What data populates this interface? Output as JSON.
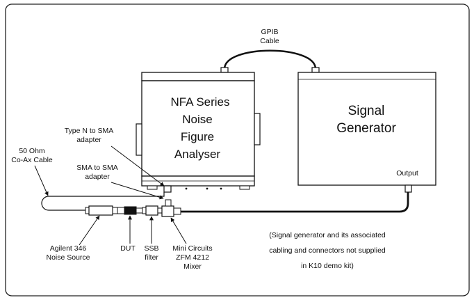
{
  "gpib": {
    "line1": "GPIB",
    "line2": "Cable"
  },
  "nfa": {
    "line1": "NFA Series",
    "line2": "Noise",
    "line3": "Figure",
    "line4": "Analyser"
  },
  "signal_generator": {
    "line1": "Signal",
    "line2": "Generator",
    "output_label": "Output"
  },
  "labels": {
    "type_n_line1": "Type N to SMA",
    "type_n_line2": "adapter",
    "sma_line1": "SMA to SMA",
    "sma_line2": "adapter",
    "coax_line1": "50 Ohm",
    "coax_line2": "Co-Ax Cable",
    "agilent_line1": "Agilent 346",
    "agilent_line2": "Noise Source",
    "dut": "DUT",
    "ssb_line1": "SSB",
    "ssb_line2": "filter",
    "mixer_line1": "Mini Circuits",
    "mixer_line2": "ZFM 4212",
    "mixer_line3": "Mixer"
  },
  "note": {
    "line1": "(Signal generator and its associated",
    "line2": "cabling and connectors not supplied",
    "line3": "in K10 demo kit)"
  }
}
